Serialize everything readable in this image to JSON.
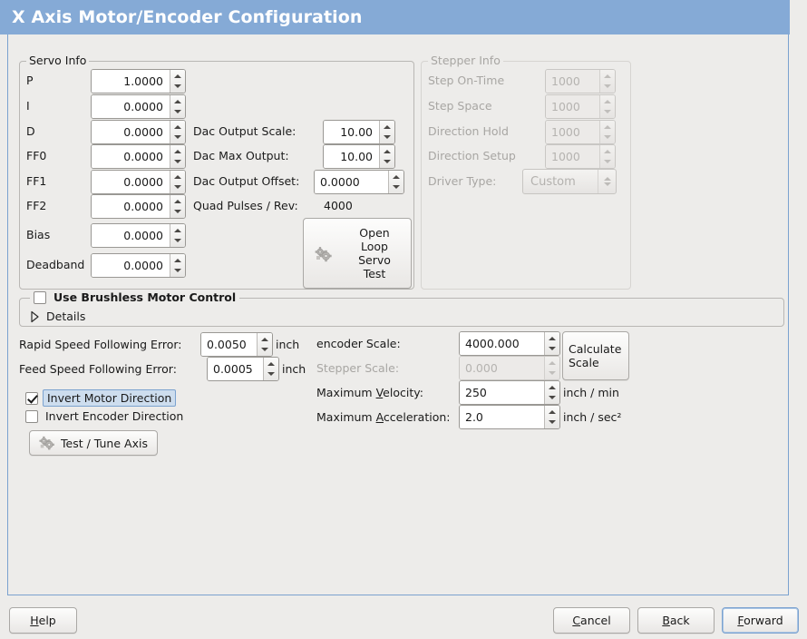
{
  "window": {
    "title": "X Axis Motor/Encoder Configuration",
    "title_bar_color": "#85aad6",
    "background_color": "#edecea"
  },
  "servo_info": {
    "legend": "Servo Info",
    "fields": [
      {
        "label": "P",
        "value": "1.0000"
      },
      {
        "label": "I",
        "value": "0.0000"
      },
      {
        "label": "D",
        "value": "0.0000"
      },
      {
        "label": "FF0",
        "value": "0.0000"
      },
      {
        "label": "FF1",
        "value": "0.0000"
      },
      {
        "label": "FF2",
        "value": "0.0000"
      },
      {
        "label": "Bias",
        "value": "0.0000"
      },
      {
        "label": "Deadband",
        "value": "0.0000"
      }
    ],
    "dac": [
      {
        "label": "Dac Output Scale:",
        "value": "10.00"
      },
      {
        "label": "Dac Max Output:",
        "value": "10.00"
      },
      {
        "label": "Dac Output Offset:",
        "value": "0.0000"
      }
    ],
    "quad_pulses_label": "Quad Pulses / Rev:",
    "quad_pulses_value": "4000",
    "open_loop_button": "Open\nLoop\nServo\nTest",
    "open_loop_lines": [
      "Open",
      "Loop",
      "Servo",
      "Test"
    ]
  },
  "stepper_info": {
    "legend": "Stepper Info",
    "disabled": true,
    "fields": [
      {
        "label": "Step On-Time",
        "value": "1000"
      },
      {
        "label": "Step Space",
        "value": "1000"
      },
      {
        "label": "Direction Hold",
        "value": "1000"
      },
      {
        "label": "Direction Setup",
        "value": "1000"
      }
    ],
    "driver_type_label": "Driver Type:",
    "driver_type_value": "Custom"
  },
  "brushless": {
    "checkbox_label": "Use Brushless Motor Control",
    "checked": false,
    "details_label": "Details",
    "details_expanded": false
  },
  "errors": {
    "rapid_label": "Rapid Speed Following Error:",
    "rapid_value": "0.0050",
    "rapid_unit": "inch",
    "feed_label": "Feed Speed Following Error:",
    "feed_value": "0.0005",
    "feed_unit": "inch"
  },
  "inversion": {
    "invert_motor_label": "Invert Motor Direction",
    "invert_motor_checked": true,
    "invert_motor_focused": true,
    "invert_encoder_label": "Invert Encoder Direction",
    "invert_encoder_checked": false
  },
  "test_tune_button": "Test / Tune Axis",
  "scales": {
    "encoder_label": "encoder Scale:",
    "encoder_value": "4000.000",
    "stepper_label": "Stepper Scale:",
    "stepper_value": "0.000",
    "stepper_disabled": true,
    "calculate_lines": [
      "Calculate",
      "Scale"
    ],
    "max_velocity_label_pre": "Maximum ",
    "max_velocity_label_mn": "V",
    "max_velocity_label_post": "elocity:",
    "max_velocity_value": "250",
    "max_velocity_unit": "inch / min",
    "max_accel_label_pre": "Maximum ",
    "max_accel_label_mn": "A",
    "max_accel_label_post": "cceleration:",
    "max_accel_value": "2.0",
    "max_accel_unit": "inch / sec²"
  },
  "buttons": {
    "help": {
      "mn": "H",
      "rest": "elp",
      "pre": ""
    },
    "cancel": {
      "mn": "C",
      "rest": "ancel",
      "pre": ""
    },
    "back": {
      "mn": "B",
      "rest": "ack",
      "pre": ""
    },
    "forward": {
      "mn": "F",
      "rest": "orward",
      "pre": "",
      "focused": true
    }
  }
}
